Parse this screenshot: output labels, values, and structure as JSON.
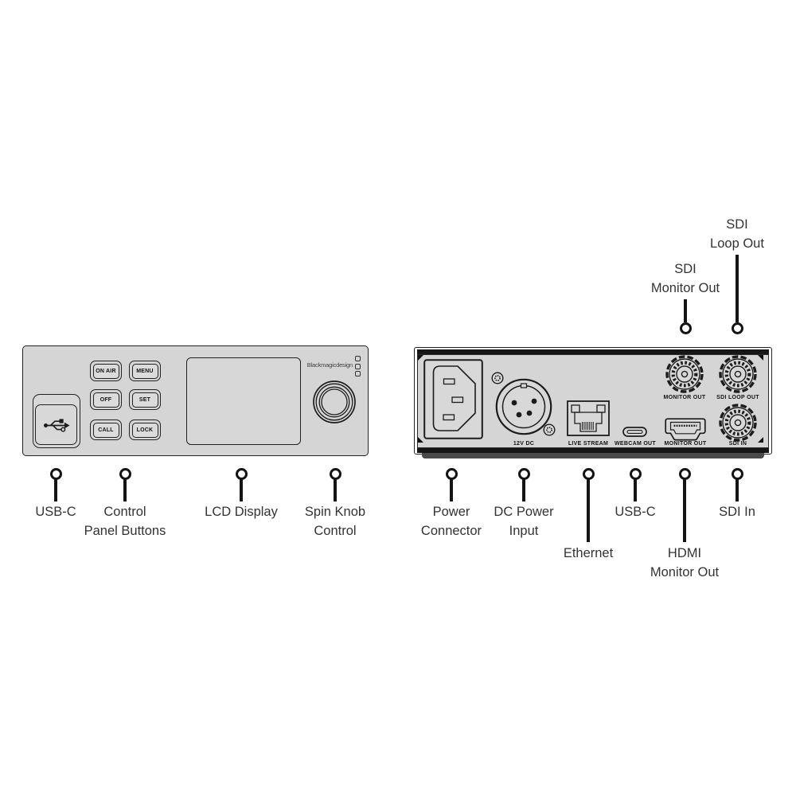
{
  "front_panel": {
    "brand_logo": "Blackmagicdesign",
    "buttons": [
      {
        "label": "ON AIR"
      },
      {
        "label": "MENU"
      },
      {
        "label": "OFF"
      },
      {
        "label": "SET"
      },
      {
        "label": "CALL"
      },
      {
        "label": "LOCK"
      }
    ]
  },
  "rear_panel": {
    "port_labels": {
      "dc_power": "12V DC",
      "ethernet": "LIVE STREAM",
      "usb_c": "WEBCAM OUT",
      "hdmi": "MONITOR OUT",
      "sdi_monitor_out": "MONITOR OUT",
      "sdi_loop_out": "SDI LOOP OUT",
      "sdi_in": "SDI IN"
    }
  },
  "callouts": {
    "front_bottom": [
      {
        "line1": "USB-C"
      },
      {
        "line1": "Control",
        "line2": "Panel Buttons"
      },
      {
        "line1": "LCD Display"
      },
      {
        "line1": "Spin Knob",
        "line2": "Control"
      }
    ],
    "rear_top": [
      {
        "line1": "SDI",
        "line2": "Monitor Out"
      },
      {
        "line1": "SDI",
        "line2": "Loop Out"
      }
    ],
    "rear_bottom": [
      {
        "line1": "Power",
        "line2": "Connector"
      },
      {
        "line1": "DC Power",
        "line2": "Input"
      },
      {
        "line1": "Ethernet"
      },
      {
        "line1": "USB-C"
      },
      {
        "line1": "HDMI",
        "line2": "Monitor Out"
      },
      {
        "line1": "SDI In"
      }
    ]
  },
  "colors": {
    "background": "#ffffff",
    "panel_fill": "#d5d5d5",
    "outline": "#1c1c1c",
    "callout_text": "#333333",
    "dark_bar": "#161616"
  }
}
